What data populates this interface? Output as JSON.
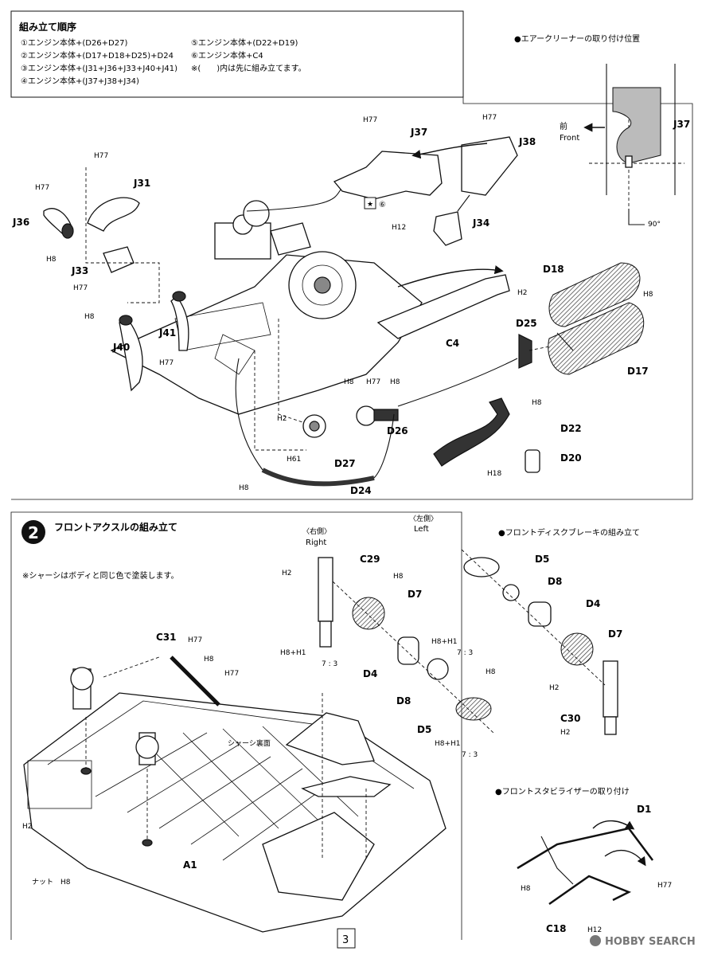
{
  "step1": {
    "order_title": "組み立て順序",
    "order_items": [
      "①エンジン本体+(D26+D27)",
      "②エンジン本体+(D17+D18+D25)+D24",
      "③エンジン本体+(J31+J36+J33+J40+J41)",
      "④エンジン本体+(J37+J38+J34)",
      "⑤エンジン本体+(D22+D19)",
      "⑥エンジン本体+C4",
      "※(　　)内は先に組み立てます。"
    ],
    "aircleaner_title": "●エアークリーナーの取り付け位置",
    "front_jp": "前",
    "front_en": "Front",
    "angle": "90°",
    "parts": {
      "J37": "J37",
      "J38": "J38",
      "J34": "J34",
      "J31": "J31",
      "J36": "J36",
      "J33": "J33",
      "J41": "J41",
      "J40": "J40",
      "D18": "D18",
      "D17": "D17",
      "D25": "D25",
      "C4": "C4",
      "D22": "D22",
      "D20": "D20",
      "D26": "D26",
      "D27": "D27",
      "D24": "D24"
    },
    "star_num": "⑥"
  },
  "step2": {
    "number": "2",
    "title": "フロントアクスルの組み立て",
    "note": "※シャーシはボディと同じ色で塗装します。",
    "right_jp": "〈右側〉",
    "right_en": "Right",
    "left_jp": "〈左側〉",
    "left_en": "Left",
    "disc_title": "●フロントディスクブレーキの組み立て",
    "stab_title": "●フロントスタビライザーの取り付け",
    "chassis_rear": "シャーシ裏面",
    "nut": "ナット",
    "ratio": "7 : 3",
    "parts": {
      "C31": "C31",
      "A1": "A1",
      "C29": "C29",
      "D7": "D7",
      "D4": "D4",
      "D8": "D8",
      "D5": "D5",
      "C30": "C30",
      "D1": "D1",
      "C18": "C18"
    }
  },
  "colors": {
    "H": "H",
    "H2": "2",
    "H8": "8",
    "H12": "12",
    "H18": "18",
    "H61": "61",
    "H77": "77",
    "H1": "1",
    "plus": "+"
  },
  "page_number": "3",
  "watermark": "HOBBY SEARCH"
}
